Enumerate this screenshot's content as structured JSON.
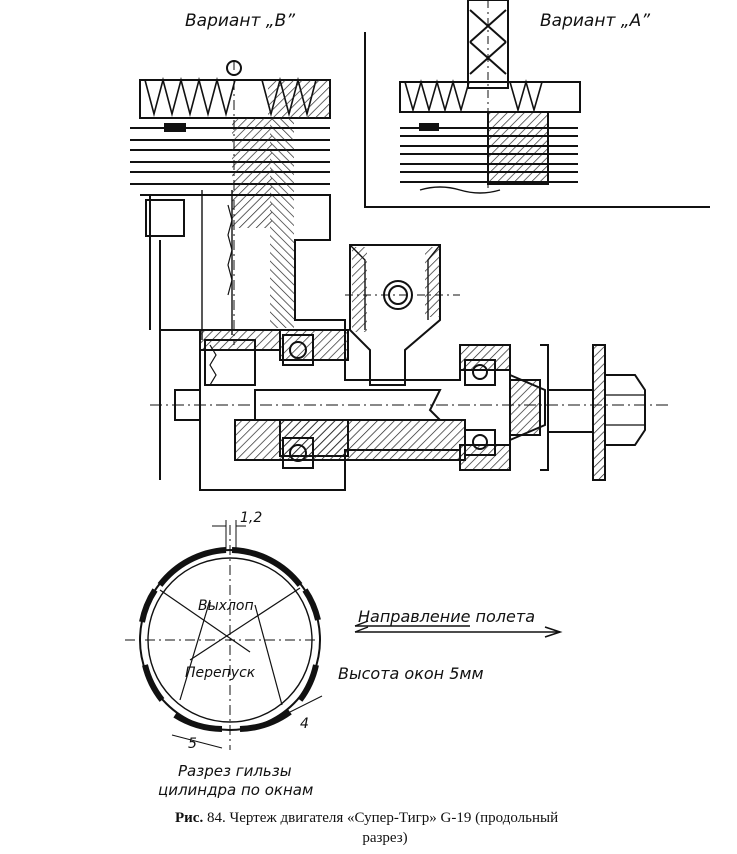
{
  "labels": {
    "variant_b": "Вариант „В”",
    "variant_a": "Вариант „А”",
    "dim_top": "1,2",
    "exhaust": "Выхлоп",
    "transfer": "Перепуск",
    "flight_direction": "Направление полета",
    "window_height": "Высота окон 5мм",
    "dim_5": "5",
    "dim_4": "4",
    "section_line1": "Разрез гильзы",
    "section_line2": "цилиндра по окнам"
  },
  "caption": {
    "prefix": "Рис.",
    "number": "84.",
    "text": "Чертеж двигателя «Супер-Тигр» G-19 (продольный",
    "text2": "разрез)"
  }
}
